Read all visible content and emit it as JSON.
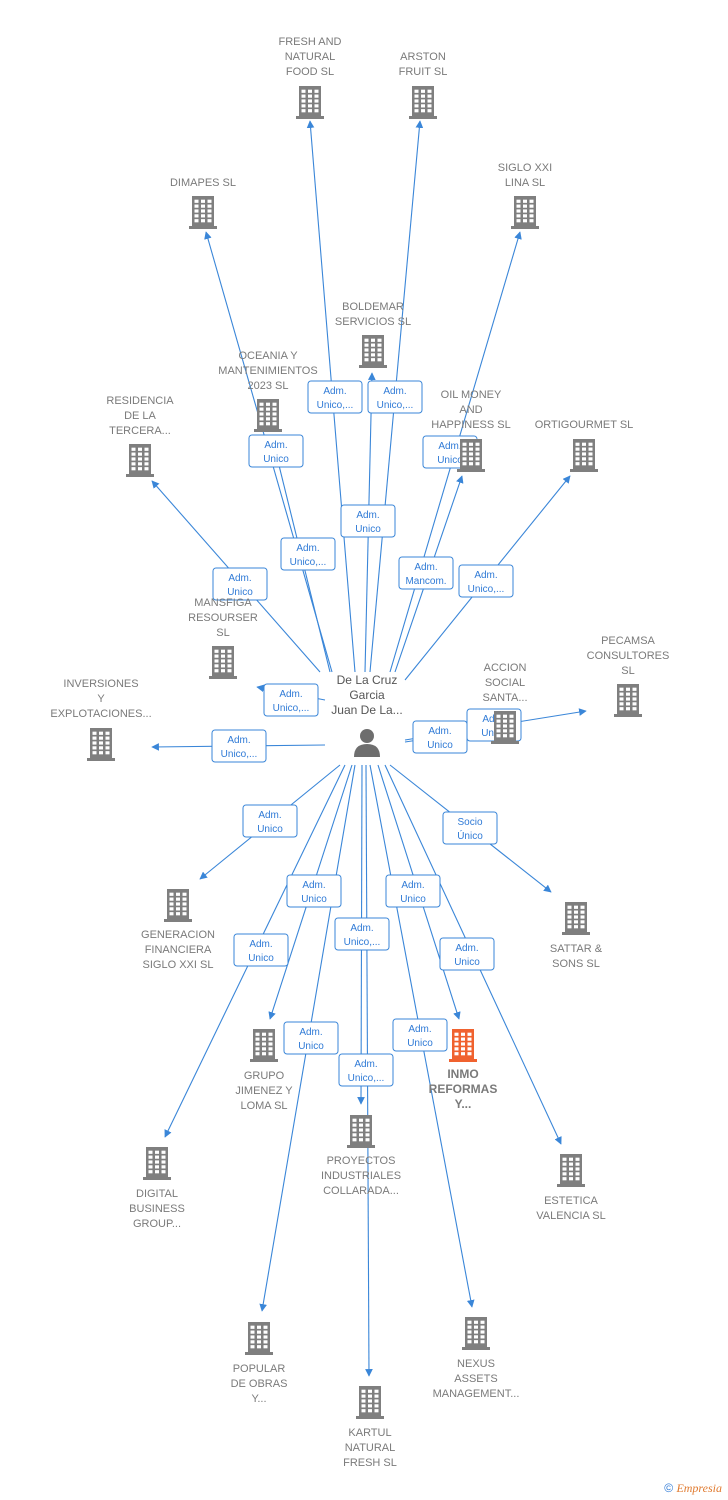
{
  "colors": {
    "edge": "#3a86d8",
    "building": "#7f7f7f",
    "highlight": "#f0622f",
    "person": "#6e6e6e",
    "text": "#7a7a7a"
  },
  "person": {
    "lines": [
      "De La Cruz",
      "Garcia",
      "Juan De La..."
    ],
    "icon": "person-icon"
  },
  "companies": [
    {
      "id": "fresh",
      "lines": [
        "FRESH AND",
        "NATURAL",
        "FOOD  SL"
      ]
    },
    {
      "id": "arston",
      "lines": [
        "ARSTON",
        "FRUIT  SL"
      ]
    },
    {
      "id": "dimapes",
      "lines": [
        "DIMAPES  SL"
      ]
    },
    {
      "id": "siglo",
      "lines": [
        "SIGLO XXI",
        "LINA SL"
      ]
    },
    {
      "id": "boldemar",
      "lines": [
        "BOLDEMAR",
        "SERVICIOS SL"
      ]
    },
    {
      "id": "oceania",
      "lines": [
        "OCEANIA Y",
        "MANTENIMIENTOS",
        "2023  SL"
      ]
    },
    {
      "id": "residencia",
      "lines": [
        "RESIDENCIA",
        "DE LA",
        "TERCERA..."
      ]
    },
    {
      "id": "oilmoney",
      "lines": [
        "OIL MONEY",
        "AND",
        "HAPPINESS  SL"
      ]
    },
    {
      "id": "ortigourmet",
      "lines": [
        "ORTIGOURMET SL"
      ]
    },
    {
      "id": "mansfiga",
      "lines": [
        "MANSFIGA",
        "RESOURSER",
        "SL"
      ]
    },
    {
      "id": "pecamsa",
      "lines": [
        "PECAMSA",
        "CONSULTORES",
        "SL"
      ]
    },
    {
      "id": "accion",
      "lines": [
        "ACCION",
        "SOCIAL",
        "SANTA..."
      ]
    },
    {
      "id": "inversiones",
      "lines": [
        "INVERSIONES",
        "Y",
        "EXPLOTACIONES..."
      ]
    },
    {
      "id": "generacion",
      "lines": [
        "GENERACION",
        "FINANCIERA",
        "SIGLO XXI SL"
      ]
    },
    {
      "id": "sattar",
      "lines": [
        "SATTAR &",
        "SONS  SL"
      ]
    },
    {
      "id": "grupo",
      "lines": [
        "GRUPO",
        "JIMENEZ Y",
        "LOMA  SL"
      ]
    },
    {
      "id": "inmo",
      "lines": [
        "INMO",
        "REFORMAS",
        "Y..."
      ],
      "highlight": true
    },
    {
      "id": "proyectos",
      "lines": [
        "PROYECTOS",
        "INDUSTRIALES",
        "COLLARADA..."
      ]
    },
    {
      "id": "digital",
      "lines": [
        "DIGITAL",
        "BUSINESS",
        "GROUP..."
      ]
    },
    {
      "id": "estetica",
      "lines": [
        "ESTETICA",
        "VALENCIA  SL"
      ]
    },
    {
      "id": "popular",
      "lines": [
        "POPULAR",
        "DE OBRAS",
        "Y..."
      ]
    },
    {
      "id": "nexus",
      "lines": [
        "NEXUS",
        "ASSETS",
        "MANAGEMENT..."
      ]
    },
    {
      "id": "kartul",
      "lines": [
        "KARTUL",
        "NATURAL",
        "FRESH  SL"
      ]
    }
  ],
  "edges": [
    {
      "to": "fresh",
      "label": [
        "Adm.",
        "Unico,..."
      ]
    },
    {
      "to": "arston",
      "label": [
        "Adm.",
        "Unico,..."
      ]
    },
    {
      "to": "dimapes",
      "label": [
        "Adm.",
        "Unico"
      ]
    },
    {
      "to": "siglo",
      "label": [
        "Adm.",
        "Mancom."
      ]
    },
    {
      "to": "boldemar",
      "label": [
        "Adm.",
        "Unico"
      ]
    },
    {
      "to": "oceania",
      "label": [
        "Adm.",
        "Unico,..."
      ]
    },
    {
      "to": "residencia",
      "label": [
        "Adm.",
        "Unico"
      ]
    },
    {
      "to": "oilmoney",
      "label": [
        "Adm.",
        "Unico"
      ]
    },
    {
      "to": "ortigourmet",
      "label": [
        "Adm.",
        "Unico,..."
      ]
    },
    {
      "to": "mansfiga",
      "label": [
        "Adm.",
        "Unico,..."
      ]
    },
    {
      "to": "pecamsa",
      "label": [
        "Adm.",
        "Unico"
      ]
    },
    {
      "to": "accion",
      "label": [
        "Adm.",
        "Unico"
      ]
    },
    {
      "to": "inversiones",
      "label": [
        "Adm.",
        "Unico,..."
      ]
    },
    {
      "to": "generacion",
      "label": [
        "Adm.",
        "Unico"
      ]
    },
    {
      "to": "sattar",
      "label": [
        "Socio",
        "Único"
      ]
    },
    {
      "to": "grupo",
      "label": [
        "Adm.",
        "Unico"
      ]
    },
    {
      "to": "inmo",
      "label": [
        "Adm.",
        "Unico"
      ]
    },
    {
      "to": "proyectos",
      "label": [
        "Adm.",
        "Unico,..."
      ]
    },
    {
      "to": "digital",
      "label": [
        "Adm.",
        "Unico"
      ]
    },
    {
      "to": "estetica",
      "label": [
        "Adm.",
        "Unico"
      ]
    },
    {
      "to": "popular",
      "label": [
        "Adm.",
        "Unico"
      ]
    },
    {
      "to": "nexus",
      "label": [
        "Adm.",
        "Unico"
      ]
    },
    {
      "to": "kartul",
      "label": [
        "Adm.",
        "Unico,..."
      ]
    }
  ],
  "footer": {
    "copyright": "©",
    "brand": "Empresia"
  }
}
